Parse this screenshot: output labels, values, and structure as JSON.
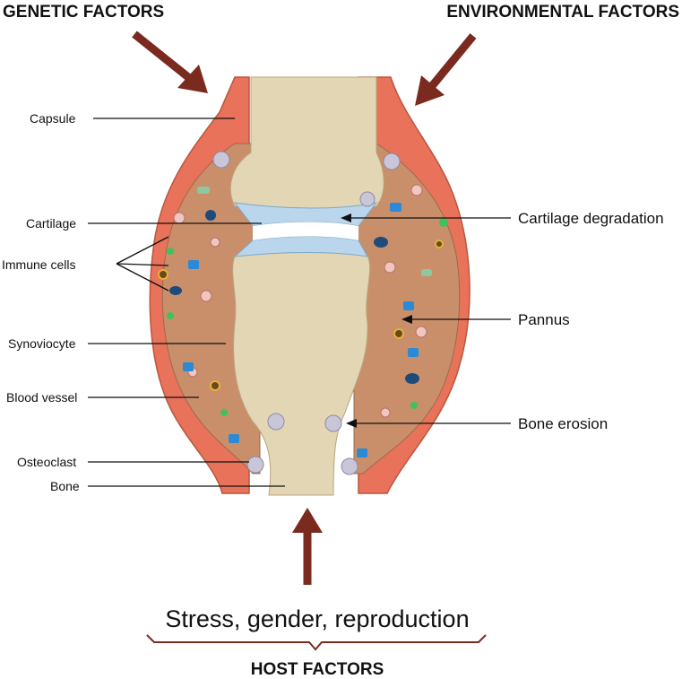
{
  "factors": {
    "genetic": "GENETIC FACTORS",
    "environmental": "ENVIRONMENTAL FACTORS",
    "host": "HOST FACTORS",
    "host_detail": "Stress, gender, reproduction"
  },
  "labels_left": {
    "capsule": "Capsule",
    "cartilage": "Cartilage",
    "immune_cells": "Immune cells",
    "synoviocyte": "Synoviocyte",
    "blood_vessel": "Blood vessel",
    "osteoclast": "Osteoclast",
    "bone": "Bone"
  },
  "labels_right": {
    "cartilage_degradation": "Cartilage degradation",
    "pannus": "Pannus",
    "bone_erosion": "Bone erosion"
  },
  "colors": {
    "capsule": "#e8725a",
    "synovium": "#c98f6a",
    "bone": "#e3d6b5",
    "cartilage": "#b9d6ec",
    "arrow": "#7a2a1f"
  }
}
